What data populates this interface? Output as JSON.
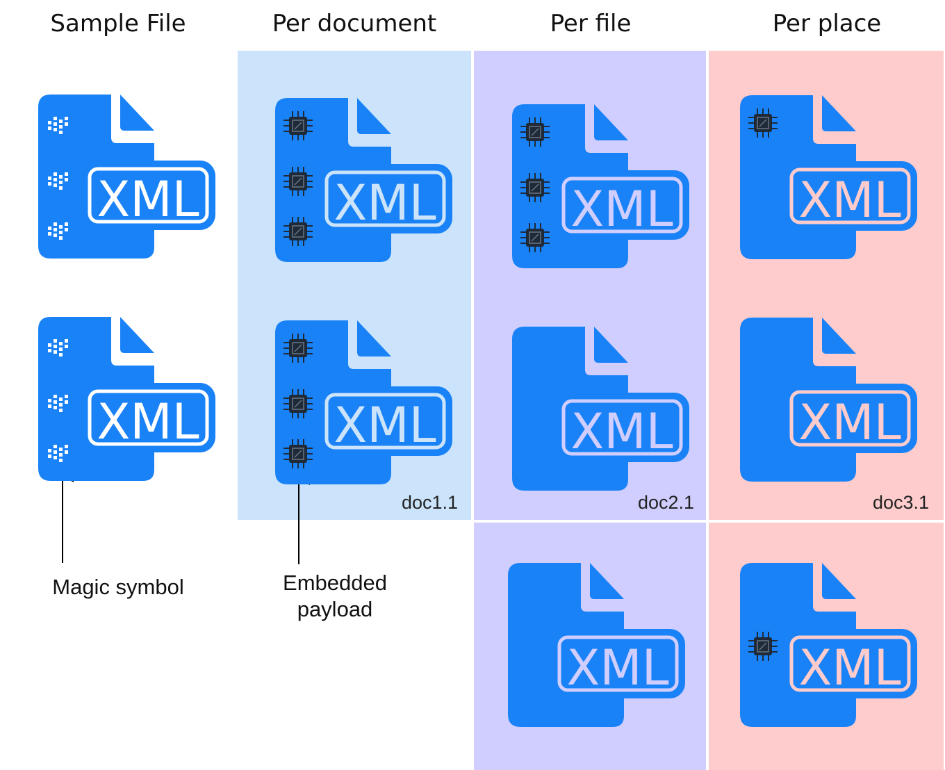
{
  "columns": [
    "Sample File",
    "Per document",
    "Per file",
    "Per place"
  ],
  "icon_text": "XML",
  "doc_labels": [
    "doc1.1",
    "doc2.1",
    "doc3.1"
  ],
  "annotations": {
    "magic_symbol": "Magic symbol",
    "embedded_payload_line1": "Embedded",
    "embedded_payload_line2": "payload"
  },
  "colors": {
    "icon_blue": "#1a82f7",
    "per_document_bg": "#cce4fb",
    "per_file_bg": "#d0ceff",
    "per_place_bg": "#fecccc",
    "chip": "#1e2a38",
    "magic_dots": "#ffffff"
  }
}
